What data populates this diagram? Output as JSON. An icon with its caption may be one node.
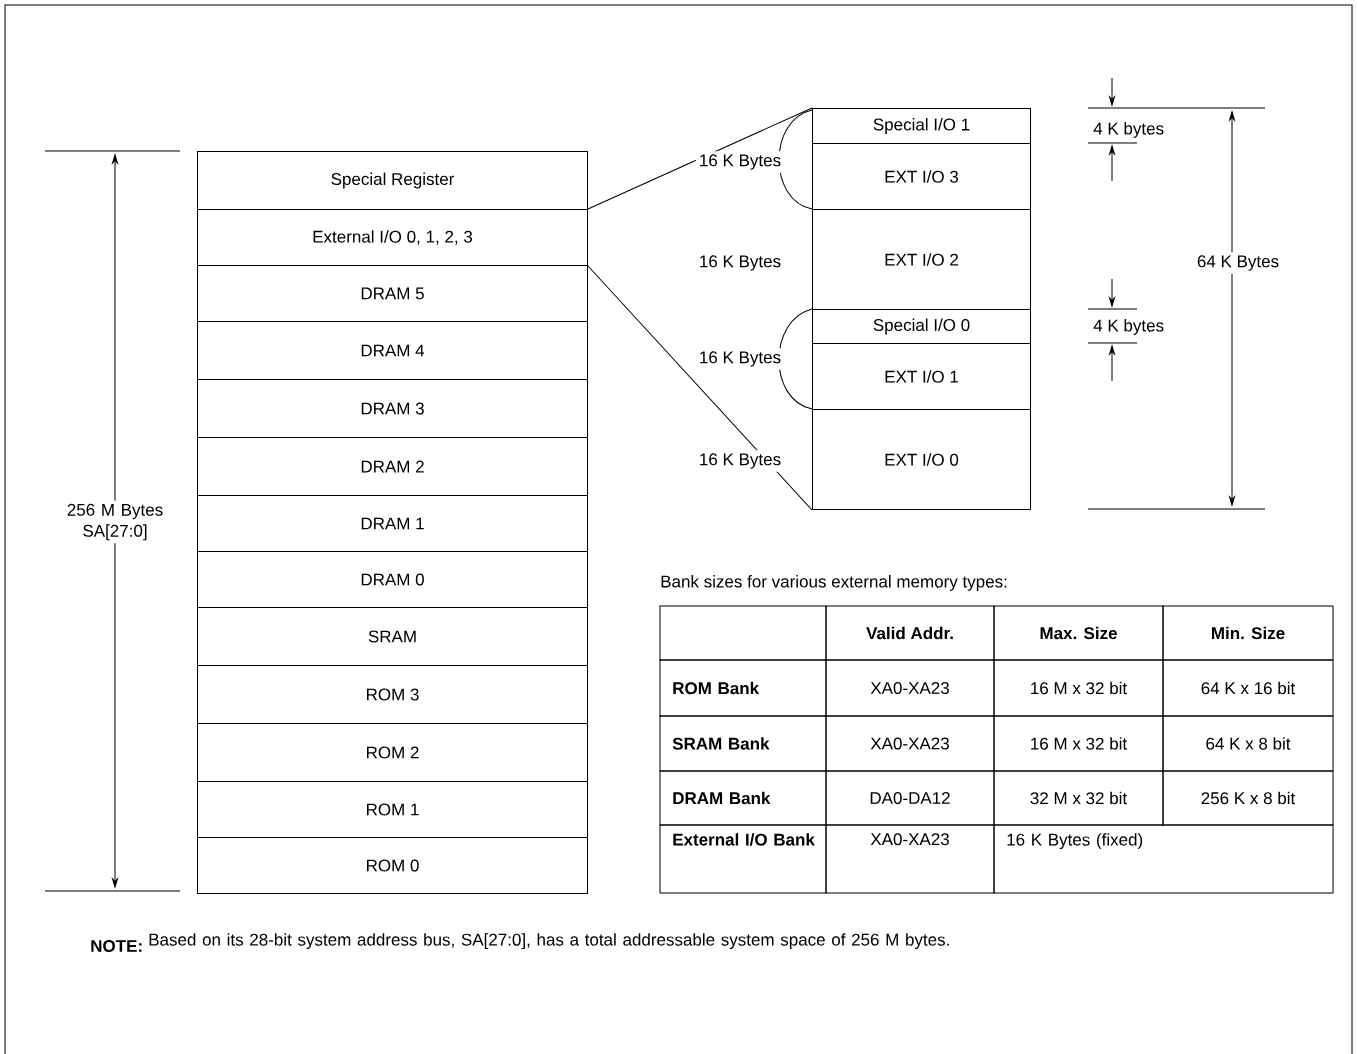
{
  "diagram": {
    "nodes": [
      {
        "text": [
          "Special Register"
        ]
      },
      {
        "text": [
          "External I/O 0, 1, 2, 3"
        ]
      },
      {
        "text": [
          "DRAM 5"
        ]
      },
      {
        "text": [
          "DRAM 4"
        ]
      },
      {
        "text": [
          "DRAM 3"
        ]
      },
      {
        "text": [
          "DRAM 2"
        ]
      },
      {
        "text": [
          "DRAM 1"
        ]
      },
      {
        "text": [
          "DRAM 0"
        ]
      },
      {
        "text": [
          "SRAM"
        ]
      },
      {
        "text": [
          "ROM 3"
        ]
      },
      {
        "text": [
          "ROM 2"
        ]
      },
      {
        "text": [
          "ROM 1"
        ]
      },
      {
        "text": [
          "ROM 0"
        ]
      },
      {
        "text": [
          "Special I/O 1"
        ]
      },
      {
        "text": [
          "EXT I/O 3"
        ]
      },
      {
        "text": [
          "EXT I/O 2"
        ]
      },
      {
        "text": [
          "Special I/O 0"
        ]
      },
      {
        "text": [
          "EXT I/O 1"
        ]
      },
      {
        "text": [
          "EXT I/O 0"
        ]
      }
    ],
    "edges": [
      {
        "from": 1,
        "to": 13,
        "arrow": "none"
      },
      {
        "from": 1,
        "to": 18,
        "arrow": "none"
      }
    ],
    "labels": [
      "256 M Bytes SA[27:0]",
      "16 K Bytes",
      "16 K Bytes",
      "16 K Bytes",
      "16 K Bytes",
      "4 K bytes",
      "4 K bytes",
      "64 K Bytes",
      "Bank sizes for various external memory types:",
      "Valid Addr.",
      "Max. Size",
      "Min. Size",
      "ROM Bank",
      "XA0-XA23",
      "16 M x 32 bit",
      "64 K x 16 bit",
      "SRAM Bank",
      "XA0-XA23",
      "16 M x 32 bit",
      "64 K x 8 bit",
      "DRAM Bank",
      "DA0-DA12",
      "32 M x 32 bit",
      "256 K x 8 bit",
      "External I/O Bank",
      "XA0-XA23",
      "16 K Bytes (fixed)",
      "NOTE:",
      "Based on its 28-bit system address bus, SA[27:0], has a total addressable system space of 256 M bytes."
    ]
  }
}
